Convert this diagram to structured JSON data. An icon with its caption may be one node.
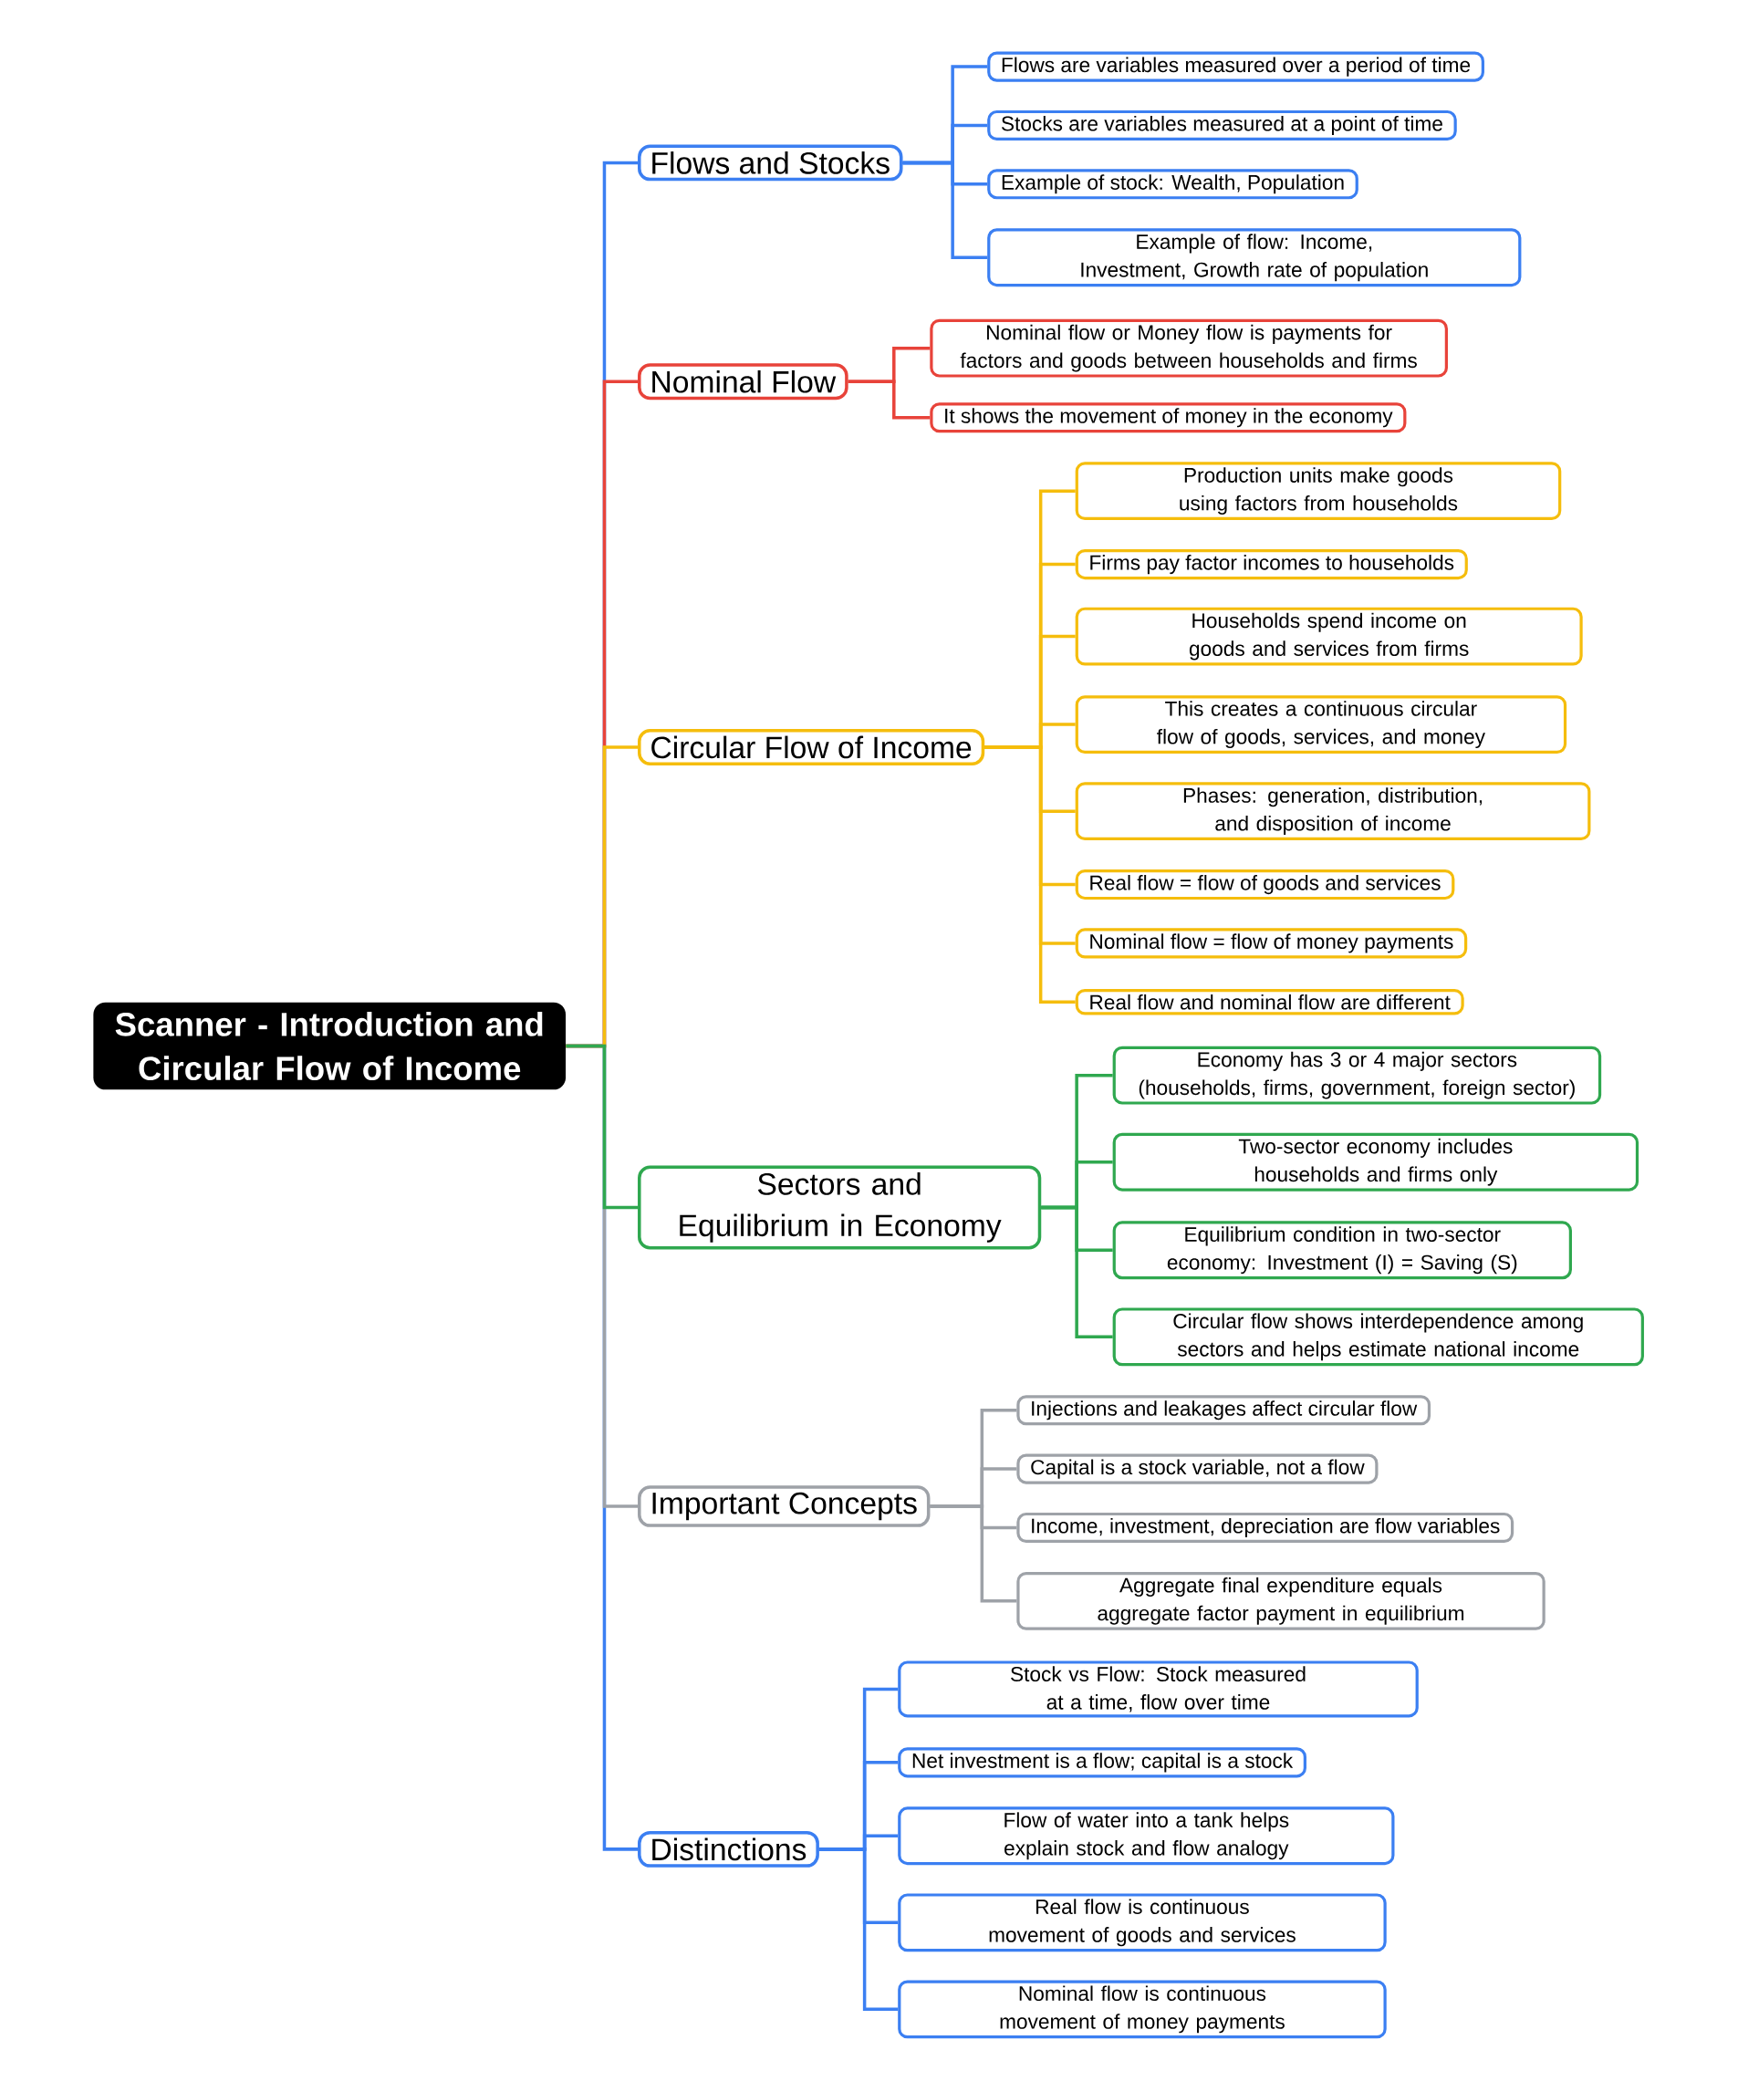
{
  "diagram": {
    "nodes": [
      {
        "text": [
          "Scanner - Introduction and Circular Flow of Income"
        ]
      },
      {
        "text": [
          "Flows and Stocks"
        ]
      },
      {
        "text": [
          "Flows are variables measured over a period of time"
        ]
      },
      {
        "text": [
          "Stocks are variables measured at a point of time"
        ]
      },
      {
        "text": [
          "Example of stock: Wealth, Population"
        ]
      },
      {
        "text": [
          "Example of flow: Income, Investment, Growth rate of population"
        ]
      },
      {
        "text": [
          "Nominal Flow"
        ]
      },
      {
        "text": [
          "Nominal flow or Money flow is payments for factors and goods between households and firms"
        ]
      },
      {
        "text": [
          "It shows the movement of money in the economy"
        ]
      },
      {
        "text": [
          "Circular Flow of Income"
        ]
      },
      {
        "text": [
          "Production units make goods using factors from households"
        ]
      },
      {
        "text": [
          "Firms pay factor incomes to households"
        ]
      },
      {
        "text": [
          "Households spend income on goods and services from firms"
        ]
      },
      {
        "text": [
          "This creates a continuous circular flow of goods, services, and money"
        ]
      },
      {
        "text": [
          "Phases: generation, distribution, and disposition of income"
        ]
      },
      {
        "text": [
          "Real flow = flow of goods and services"
        ]
      },
      {
        "text": [
          "Nominal flow = flow of money payments"
        ]
      },
      {
        "text": [
          "Real flow and nominal flow are different"
        ]
      },
      {
        "text": [
          "Sectors and Equilibrium in Economy"
        ]
      },
      {
        "text": [
          "Economy has 3 or 4 major sectors (households, firms, government, foreign sector)"
        ]
      },
      {
        "text": [
          "Two-sector economy includes households and firms only"
        ]
      },
      {
        "text": [
          "Equilibrium condition in two-sector economy: Investment (I) = Saving (S)"
        ]
      },
      {
        "text": [
          "Circular flow shows interdependence among sectors and helps estimate national income"
        ]
      },
      {
        "text": [
          "Important Concepts"
        ]
      },
      {
        "text": [
          "Injections and leakages affect circular flow"
        ]
      },
      {
        "text": [
          "Capital is a stock variable, not a flow"
        ]
      },
      {
        "text": [
          "Income, investment, depreciation are flow variables"
        ]
      },
      {
        "text": [
          "Aggregate final expenditure equals aggregate factor payment in equilibrium"
        ]
      },
      {
        "text": [
          "Distinctions"
        ]
      },
      {
        "text": [
          "Stock vs Flow: Stock measured at a time, flow over time"
        ]
      },
      {
        "text": [
          "Net investment is a flow; capital is a stock"
        ]
      },
      {
        "text": [
          "Flow of water into a tank helps explain stock and flow analogy"
        ]
      },
      {
        "text": [
          "Real flow is continuous movement of goods and services"
        ]
      },
      {
        "text": [
          "Nominal flow is continuous movement of money payments"
        ]
      }
    ],
    "edges": [
      {
        "from": 0,
        "to": 1,
        "arrow": "none",
        "color": "#3b7ff2"
      },
      {
        "from": 0,
        "to": 6,
        "arrow": "none",
        "color": "#e8433a"
      },
      {
        "from": 0,
        "to": 9,
        "arrow": "none",
        "color": "#f5bd0c"
      },
      {
        "from": 0,
        "to": 18,
        "arrow": "none",
        "color": "#2fa84f"
      },
      {
        "from": 0,
        "to": 23,
        "arrow": "none",
        "color": "#9ea2a8"
      },
      {
        "from": 0,
        "to": 28,
        "arrow": "none",
        "color": "#3b7ff2"
      },
      {
        "from": 1,
        "to": 2,
        "arrow": "none",
        "color": "#3b7ff2"
      },
      {
        "from": 1,
        "to": 3,
        "arrow": "none",
        "color": "#3b7ff2"
      },
      {
        "from": 1,
        "to": 4,
        "arrow": "none",
        "color": "#3b7ff2"
      },
      {
        "from": 1,
        "to": 5,
        "arrow": "none",
        "color": "#3b7ff2"
      },
      {
        "from": 6,
        "to": 7,
        "arrow": "none",
        "color": "#e8433a"
      },
      {
        "from": 6,
        "to": 8,
        "arrow": "none",
        "color": "#e8433a"
      },
      {
        "from": 9,
        "to": 10,
        "arrow": "none",
        "color": "#f5bd0c"
      },
      {
        "from": 9,
        "to": 11,
        "arrow": "none",
        "color": "#f5bd0c"
      },
      {
        "from": 9,
        "to": 12,
        "arrow": "none",
        "color": "#f5bd0c"
      },
      {
        "from": 9,
        "to": 13,
        "arrow": "none",
        "color": "#f5bd0c"
      },
      {
        "from": 9,
        "to": 14,
        "arrow": "none",
        "color": "#f5bd0c"
      },
      {
        "from": 9,
        "to": 15,
        "arrow": "none",
        "color": "#f5bd0c"
      },
      {
        "from": 9,
        "to": 16,
        "arrow": "none",
        "color": "#f5bd0c"
      },
      {
        "from": 9,
        "to": 17,
        "arrow": "none",
        "color": "#f5bd0c"
      },
      {
        "from": 18,
        "to": 19,
        "arrow": "none",
        "color": "#2fa84f"
      },
      {
        "from": 18,
        "to": 20,
        "arrow": "none",
        "color": "#2fa84f"
      },
      {
        "from": 18,
        "to": 21,
        "arrow": "none",
        "color": "#2fa84f"
      },
      {
        "from": 18,
        "to": 22,
        "arrow": "none",
        "color": "#2fa84f"
      },
      {
        "from": 23,
        "to": 24,
        "arrow": "none",
        "color": "#9ea2a8"
      },
      {
        "from": 23,
        "to": 25,
        "arrow": "none",
        "color": "#9ea2a8"
      },
      {
        "from": 23,
        "to": 26,
        "arrow": "none",
        "color": "#9ea2a8"
      },
      {
        "from": 23,
        "to": 27,
        "arrow": "none",
        "color": "#9ea2a8"
      },
      {
        "from": 28,
        "to": 29,
        "arrow": "none",
        "color": "#3b7ff2"
      },
      {
        "from": 28,
        "to": 30,
        "arrow": "none",
        "color": "#3b7ff2"
      },
      {
        "from": 28,
        "to": 31,
        "arrow": "none",
        "color": "#3b7ff2"
      },
      {
        "from": 28,
        "to": 32,
        "arrow": "none",
        "color": "#3b7ff2"
      },
      {
        "from": 28,
        "to": 33,
        "arrow": "none",
        "color": "#3b7ff2"
      }
    ]
  }
}
